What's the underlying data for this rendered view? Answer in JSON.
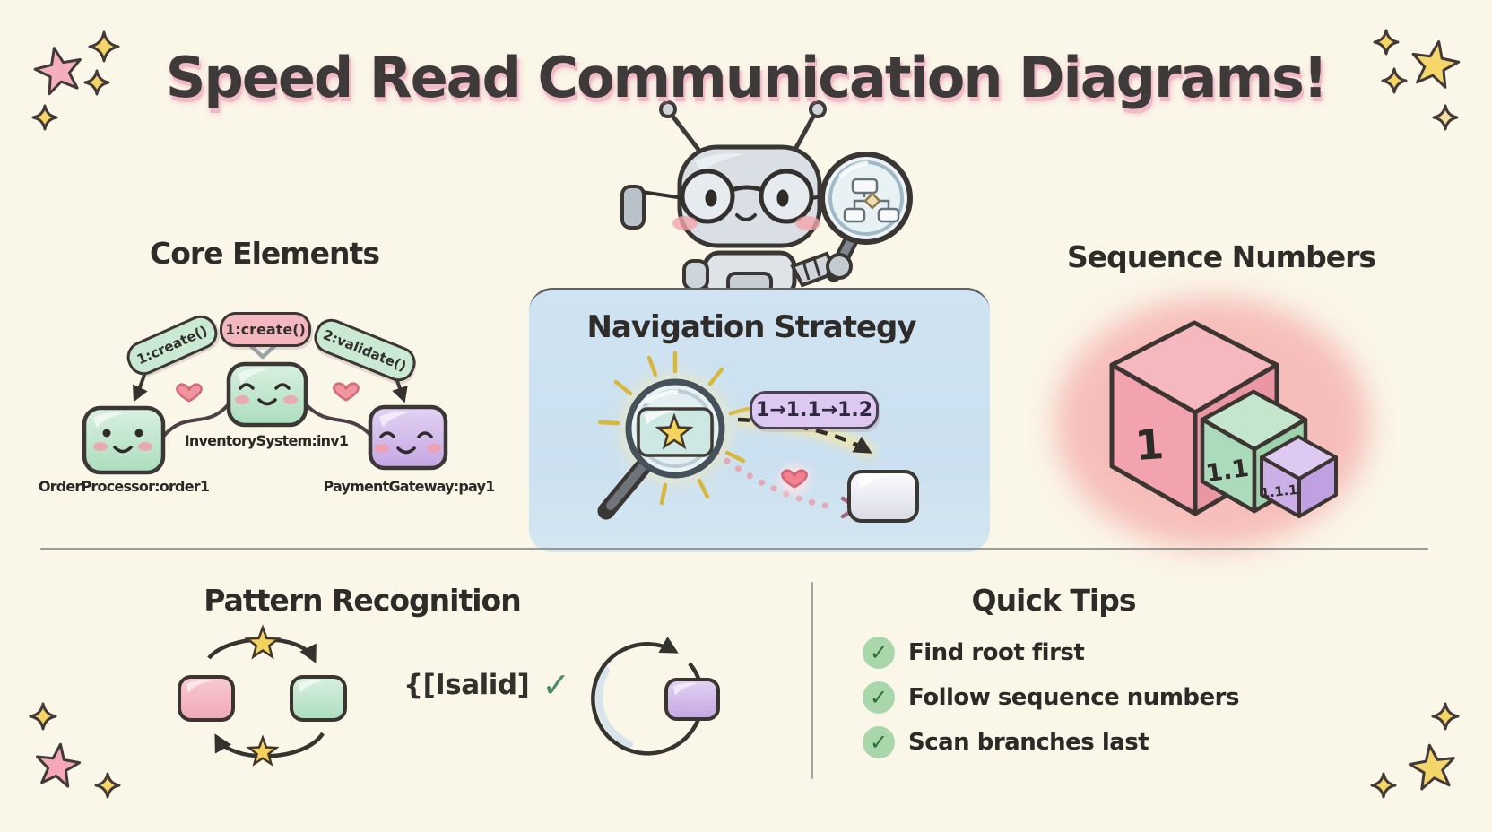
{
  "title": "Speed Read Communication Diagrams!",
  "sections": {
    "core_elements": {
      "heading": "Core Elements",
      "messages": [
        "1:create()",
        "1:create()",
        "2:validate()"
      ],
      "objects": [
        "OrderProcessor:order1",
        "InventorySystem:inv1",
        "PaymentGateway:pay1"
      ]
    },
    "navigation_strategy": {
      "heading": "Navigation Strategy",
      "sequence_path": "1→1.1→1.2"
    },
    "sequence_numbers": {
      "heading": "Sequence Numbers",
      "cubes": [
        "1",
        "1.1",
        "1.1.1"
      ]
    },
    "pattern_recognition": {
      "heading": "Pattern Recognition",
      "guard_label": "{[Isalid]",
      "check_glyph": "✓"
    },
    "quick_tips": {
      "heading": "Quick Tips",
      "check_glyph": "✓",
      "items": [
        "Find root first",
        "Follow sequence numbers",
        "Scan branches last"
      ]
    }
  },
  "colors": {
    "background": "#FAF6E8",
    "panel_blue": "#CFE3F2",
    "mint": "#BFE3CC",
    "pink": "#F4B7BF",
    "purple": "#CDB4E6",
    "heart_pink": "#F2808F",
    "star_yellow": "#F3D35E",
    "check_green": "#2E6B3E",
    "title_shadow_pink": "#F2B9C7"
  }
}
